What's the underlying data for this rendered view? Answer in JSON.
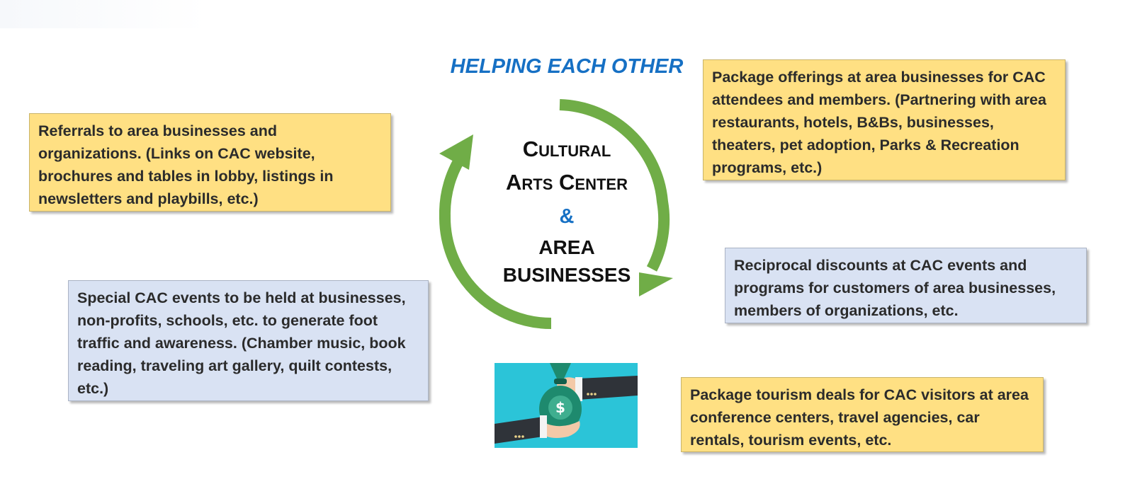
{
  "heading": "HELPING EACH OTHER",
  "center": {
    "line1": "Cultural",
    "line2": "Arts Center",
    "ampersand": "&",
    "line3": "AREA",
    "line4": "BUSINESSES"
  },
  "boxes": {
    "referrals": "Referrals to area businesses and organizations. (Links on CAC website, brochures and tables in lobby, listings in newsletters and playbills, etc.)",
    "package_offerings": "Package offerings at area businesses for CAC attendees and members. (Partnering with area restaurants, hotels, B&Bs, businesses, theaters, pet adoption, Parks & Recreation programs, etc.)",
    "special_events": "Special CAC events to be held at businesses, non-profits, schools, etc. to generate foot traffic and awareness. (Chamber music, book reading, traveling art gallery, quilt contests, etc.)",
    "reciprocal_discounts": "Reciprocal discounts at CAC events and programs for customers of area businesses, members of organizations, etc.",
    "tourism_deals": "Package tourism deals for CAC visitors at area conference centers, travel agencies, car rentals, tourism events, etc."
  },
  "colors": {
    "accent_blue": "#1670c4",
    "arrow_green": "#70ad47",
    "yellow_box": "#ffe083",
    "blue_box": "#d9e2f3",
    "money_bg": "#2bc4d8"
  },
  "icons": [
    "cycle-arrows-icon",
    "money-bag-handoff-icon"
  ]
}
